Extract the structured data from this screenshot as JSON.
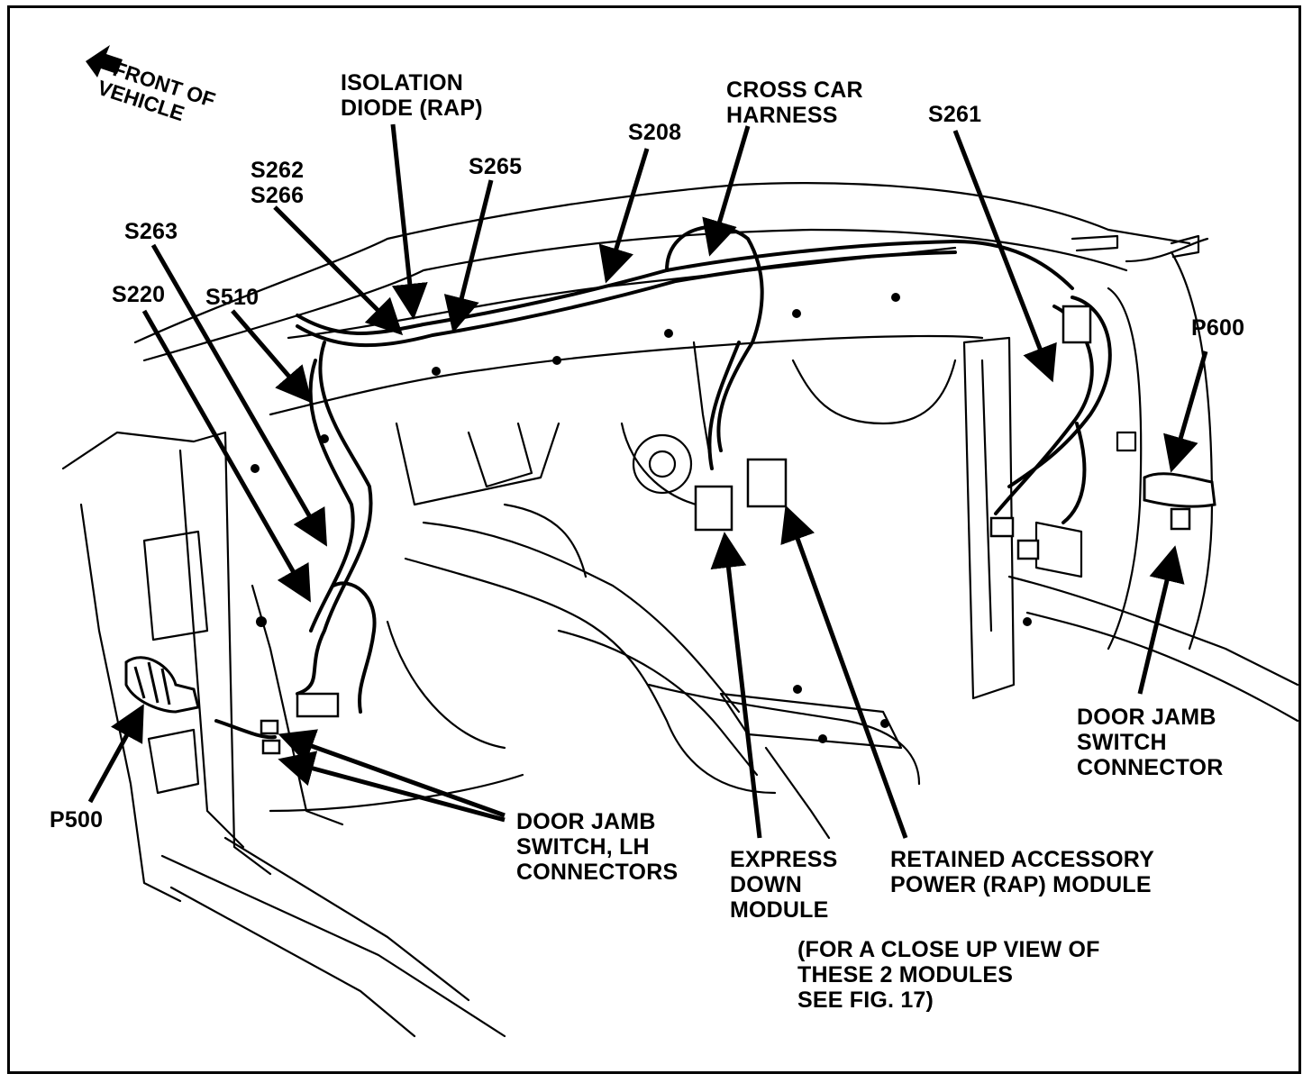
{
  "labels": {
    "front_of_vehicle": [
      "FRONT OF",
      "VEHICLE"
    ],
    "isolation_diode": [
      "ISOLATION",
      "DIODE (RAP)"
    ],
    "cross_car_harness": [
      "CROSS CAR",
      "HARNESS"
    ],
    "s261": "S261",
    "s208": "S208",
    "s262_s266": [
      "S262",
      "S266"
    ],
    "s265": "S265",
    "s263": "S263",
    "s220": "S220",
    "s510": "S510",
    "p600": "P600",
    "p500": "P500",
    "door_jamb_switch_connector": [
      "DOOR JAMB",
      "SWITCH",
      "CONNECTOR"
    ],
    "door_jamb_switch_lh": [
      "DOOR JAMB",
      "SWITCH, LH",
      "CONNECTORS"
    ],
    "express_down_module": [
      "EXPRESS",
      "DOWN",
      "MODULE"
    ],
    "rap_module": [
      "RETAINED ACCESSORY",
      "POWER (RAP) MODULE"
    ],
    "close_up_note": [
      "(FOR A CLOSE UP VIEW OF",
      "THESE 2 MODULES",
      "SEE  FIG. 17)"
    ]
  }
}
